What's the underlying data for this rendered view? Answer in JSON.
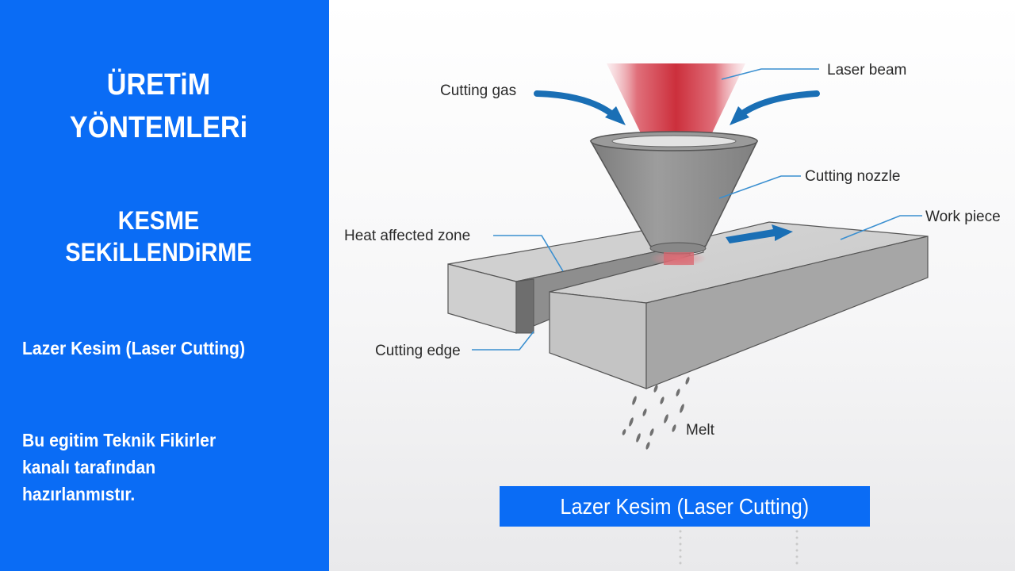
{
  "sidebar": {
    "series_title_line1": "ÜRETiM",
    "series_title_line2": "YÖNTEMLERi",
    "topic_line1": "KESME",
    "topic_line2": "SEKiLLENDiRME",
    "method_label": "Lazer Kesim (Laser Cutting)",
    "credit_line1": "Bu egitim Teknik Fikirler",
    "credit_line2": "kanalı tarafından",
    "credit_line3": "hazırlanmıstır."
  },
  "diagram": {
    "labels": {
      "cutting_gas": "Cutting gas",
      "laser_beam": "Laser beam",
      "cutting_nozzle": "Cutting nozzle",
      "work_piece": "Work piece",
      "heat_affected_zone": "Heat affected zone",
      "cutting_edge": "Cutting edge",
      "melt": "Melt"
    }
  },
  "caption": {
    "text": "Lazer Kesim (Laser Cutting)"
  },
  "colors": {
    "brand_blue": "#0a6cf5",
    "arrow_blue": "#1a6fb5",
    "leader_line": "#3a8fd0",
    "laser_red": "#d23a44"
  }
}
